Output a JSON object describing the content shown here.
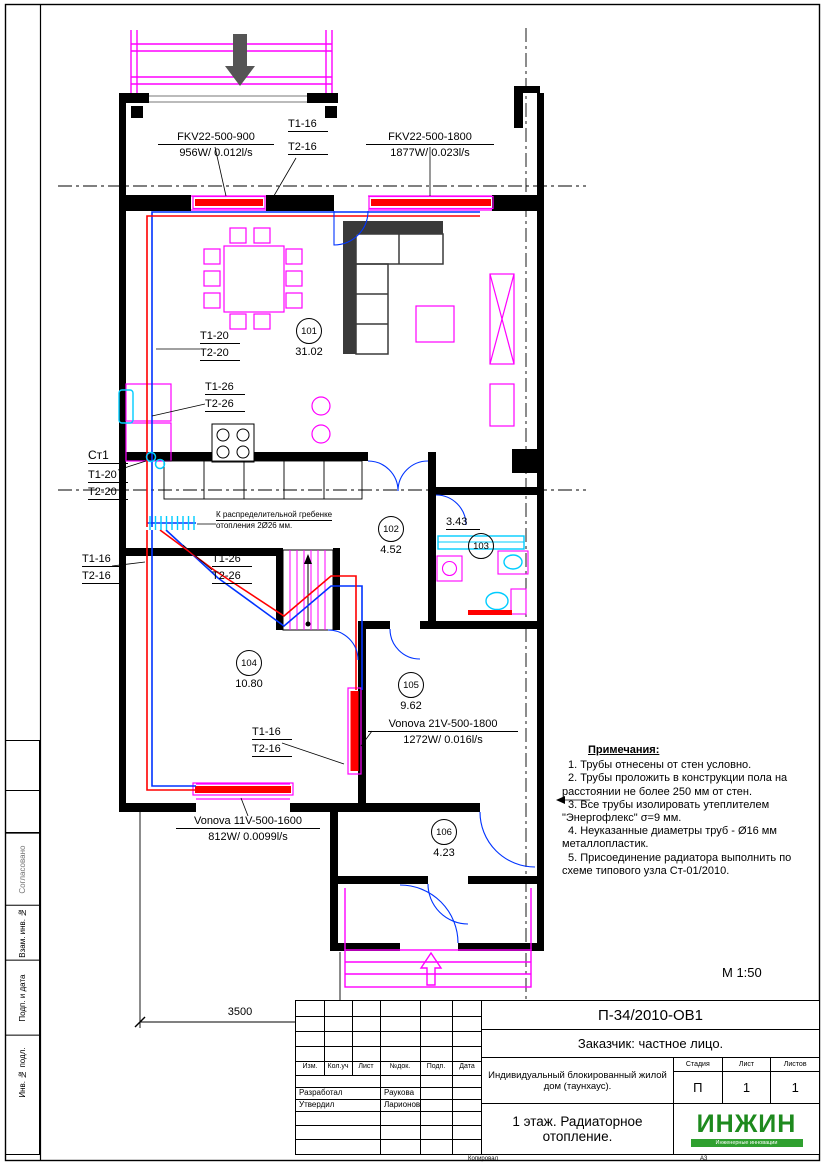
{
  "colors": {
    "wall": "#000000",
    "radiator": "#ff0000",
    "furniture_magenta": "#ff00ff",
    "pipe_supply": "#ff0000",
    "pipe_return": "#0033ff",
    "fixture_cyan": "#00ccff",
    "logo_green": "#1e8a1e"
  },
  "plan": {
    "scale": "М 1:50",
    "dim_3500": "3500",
    "riser": "Ст1",
    "manifold_note_1": "К распределительной гребенке",
    "manifold_note_2": "отопления 2Ø26 мм.",
    "pipe_labels": {
      "t1_16": "T1-16",
      "t2_16": "T2-16",
      "t1_20": "T1-20",
      "t2_20": "T2-20",
      "t1_26": "T1-26",
      "t2_26": "T2-26"
    },
    "rooms": {
      "r101": {
        "num": "101",
        "area": "31.02"
      },
      "r102": {
        "num": "102",
        "area": "4.52"
      },
      "r103": {
        "num": "103",
        "area": "3.43"
      },
      "r104": {
        "num": "104",
        "area": "10.80"
      },
      "r105": {
        "num": "105",
        "area": "9.62"
      },
      "r106": {
        "num": "106",
        "area": "4.23"
      }
    },
    "radiators": {
      "fkv900": {
        "model": "FKV22-500-900",
        "flow": "956W/ 0.012l/s"
      },
      "fkv1800": {
        "model": "FKV22-500-1800",
        "flow": "1877W/ 0.023l/s"
      },
      "vonova21": {
        "model": "Vonova 21V-500-1800",
        "flow": "1272W/ 0.016l/s"
      },
      "vonova11": {
        "model": "Vonova 11V-500-1600",
        "flow": "812W/ 0.0099l/s"
      }
    }
  },
  "notes": {
    "title": "Примечания:",
    "items": [
      "1. Трубы отнесены от стен условно.",
      "2. Трубы проложить в конструкции пола на расстоянии не более 250 мм от стен.",
      "3. Все трубы изолировать утеплителем \"Энергофлекс\" σ=9 мм.",
      "4. Неуказанные диаметры труб - Ø16 мм металлопластик.",
      "5. Присоединение радиатора выполнить по схеме типового узла Ст-01/2010."
    ]
  },
  "stamp": {
    "doc": "П-34/2010-ОВ1",
    "client": "Заказчик: частное лицо.",
    "object": "Индивидуальный блокированный жилой дом (таунхаус).",
    "sheet_title": "1 этаж.  Радиаторное отопление.",
    "cols": {
      "izm": "Изм.",
      "kol": "Кол.уч",
      "list": "Лист",
      "ndoc": "№док.",
      "podp": "Подп.",
      "data": "Дата"
    },
    "roles": {
      "dev": "Разработал",
      "dev_name": "Раукова",
      "app": "Утвердил",
      "app_name": "Ларионов"
    },
    "stage": {
      "label": "Стадия",
      "value": "П"
    },
    "sheet": {
      "label": "Лист",
      "value": "1"
    },
    "sheets": {
      "label": "Листов",
      "value": "1"
    },
    "logo": {
      "name": "ИНЖИН",
      "sub": "Инженерные инновации"
    },
    "copied": "Копировал",
    "format": "А3"
  },
  "margin": {
    "agreed": "Согласовано",
    "vzam": "Взам. инв. №",
    "podp_data": "Подп. и дата",
    "inv_podl": "Инв. № подл."
  }
}
